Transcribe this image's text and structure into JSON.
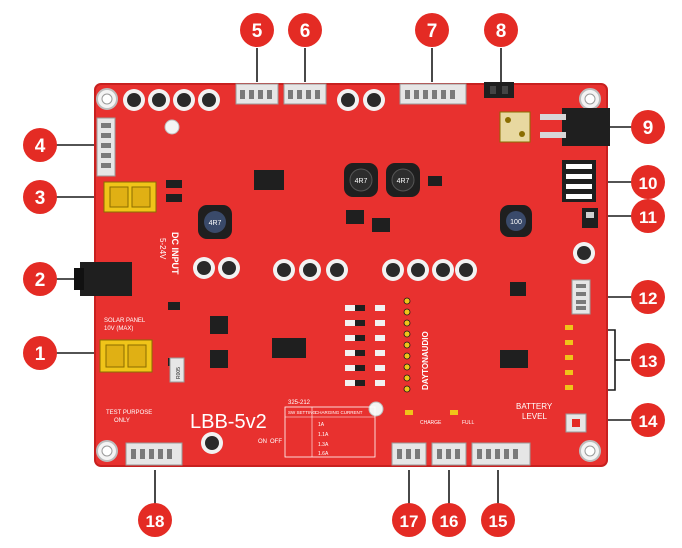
{
  "colors": {
    "pcb": "#e8312f",
    "pcb_dark": "#c8201f",
    "silkscreen": "#ffffff",
    "callout": "#e42b24",
    "callout_line": "#1a1a1a",
    "terminal_yellow": "#f0c419",
    "connector_white": "#e6e6e6",
    "chip": "#1f1f1f",
    "cap_top": "#2a2a2a"
  },
  "board": {
    "name": "LBB-5v2",
    "brand": "DAYTONAUDIO",
    "dc_input_label": "DC INPUT",
    "dc_input_range": "5-24V",
    "solar_label_line1": "SOLAR PANEL",
    "solar_label_line2": "10V (MAX)",
    "test_label_line1": "TEST PURPOSE",
    "test_label_line2": "ONLY",
    "battery_level_label_line1": "BATTERY",
    "battery_level_label_line2": "LEVEL",
    "part_number": "325-212",
    "charging_table_header_sw": "SW SETTING",
    "charging_table_header_current": "CHARGING CURRENT",
    "charging_currents": [
      "1A",
      "1.1A",
      "1.3A",
      "1.6A"
    ],
    "sw_on": "ON",
    "sw_off": "OFF",
    "charge_label": "CHARGE",
    "full_label": "FULL",
    "inductor_codes": [
      "4R7",
      "4R7",
      "4R7",
      "100"
    ],
    "resistor_code": "R005"
  },
  "callouts": [
    {
      "number": "1"
    },
    {
      "number": "2"
    },
    {
      "number": "3"
    },
    {
      "number": "4"
    },
    {
      "number": "5"
    },
    {
      "number": "6"
    },
    {
      "number": "7"
    },
    {
      "number": "8"
    },
    {
      "number": "9"
    },
    {
      "number": "10"
    },
    {
      "number": "11"
    },
    {
      "number": "12"
    },
    {
      "number": "13"
    },
    {
      "number": "14"
    },
    {
      "number": "15"
    },
    {
      "number": "16"
    },
    {
      "number": "17"
    },
    {
      "number": "18"
    }
  ]
}
